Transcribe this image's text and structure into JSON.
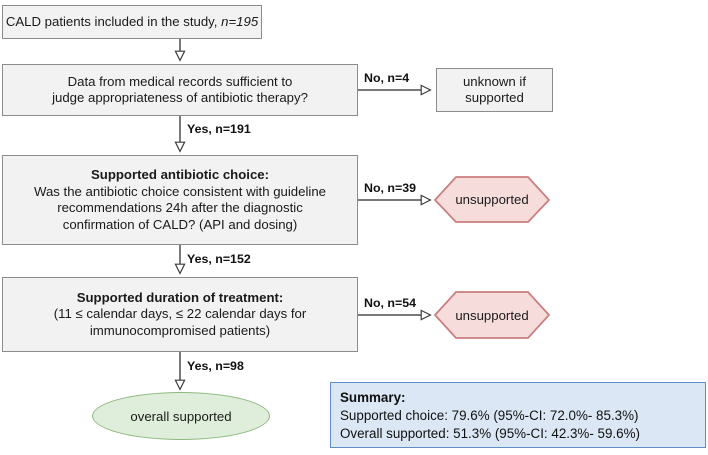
{
  "diagram": {
    "title": "CALD antibiotic therapy appropriateness flowchart",
    "colors": {
      "process_fill": "#f2f2f2",
      "process_border": "#8c8c8c",
      "unsupported_fill": "#f7dcdc",
      "unsupported_border": "#c97f7f",
      "supported_fill": "#dfeeda",
      "supported_border": "#8cb97e",
      "summary_fill": "#dbe7f4",
      "summary_border": "#5d8fc4",
      "edge": "#4d4d4d"
    },
    "nodes": {
      "start": {
        "text_plain": "CALD patients included in the study, ",
        "text_italic": "n=195"
      },
      "q1": {
        "line1": "Data from medical records sufficient to",
        "line2": "judge appropriateness of antibiotic therapy?"
      },
      "unknown": {
        "line1": "unknown if",
        "line2": "supported"
      },
      "q2": {
        "title": "Supported antibiotic choice:",
        "line1": "Was the antibiotic choice consistent with guideline",
        "line2": "recommendations 24h after the diagnostic",
        "line3": "confirmation of CALD? (API and dosing)"
      },
      "unsupported1": {
        "label": "unsupported"
      },
      "q3": {
        "title": "Supported duration of treatment:",
        "line1": "(11 ≤ calendar days,  ≤ 22 calendar days for",
        "line2": "immunocompromised patients)"
      },
      "unsupported2": {
        "label": "unsupported"
      },
      "end": {
        "label": "overall supported"
      }
    },
    "edges": {
      "q1_no": "No, n=4",
      "q1_yes": "Yes, n=191",
      "q2_no": "No, n=39",
      "q2_yes": "Yes, n=152",
      "q3_no": "No, n=54",
      "q3_yes": "Yes, n=98"
    },
    "summary": {
      "title": "Summary:",
      "line1": "Supported choice: 79.6% (95%-CI: 72.0%- 85.3%)",
      "line2": "Overall supported: 51.3% (95%-CI: 42.3%- 59.6%)"
    }
  }
}
